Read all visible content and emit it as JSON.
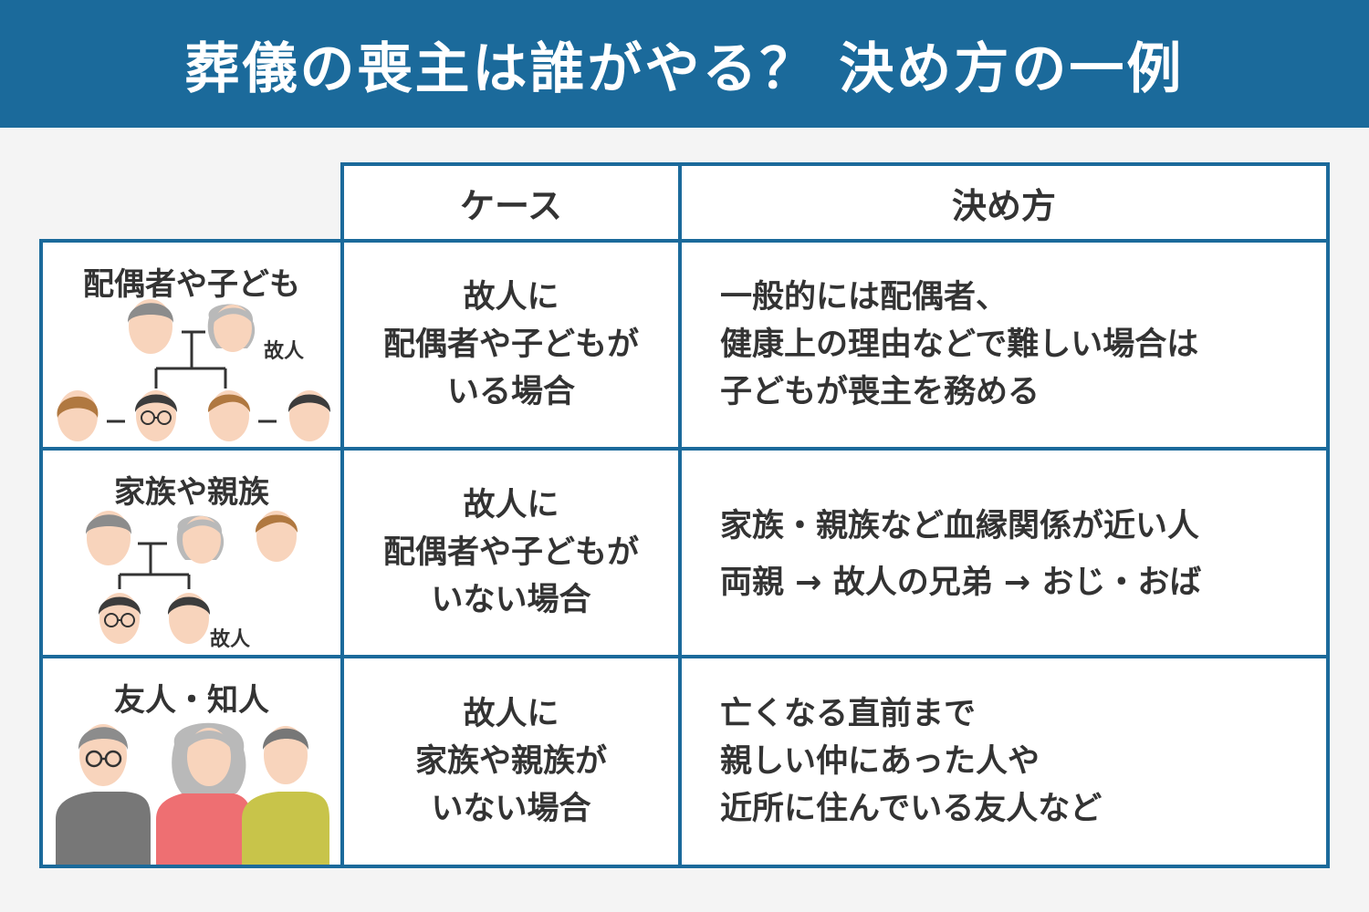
{
  "title": "葬儀の喪主は誰がやる？ 決め方の一例",
  "header": {
    "case": "ケース",
    "method": "決め方"
  },
  "rows": [
    {
      "who": "配偶者や子ども",
      "deceased_tag": "故人",
      "case_lines": [
        "故人に",
        "配偶者や子どもが",
        "いる場合"
      ],
      "method_lines": [
        "一般的には配偶者、",
        "健康上の理由などで難しい場合は",
        "子どもが喪主を務める"
      ]
    },
    {
      "who": "家族や親族",
      "deceased_tag": "故人",
      "case_lines": [
        "故人に",
        "配偶者や子どもが",
        "いない場合"
      ],
      "method_lines": [
        "家族・親族など血縁関係が近い人",
        "両親 → 故人の兄弟 → おじ・おば"
      ]
    },
    {
      "who": "友人・知人",
      "case_lines": [
        "故人に",
        "家族や親族が",
        "いない場合"
      ],
      "method_lines": [
        "亡くなる直前まで",
        "親しい仲にあった人や",
        "近所に住んでいる友人など"
      ]
    }
  ],
  "colors": {
    "header_bg": "#1b6a9b",
    "border": "#1b6a9b",
    "skin": "#f8d4bc",
    "hair_gray": "#8c8c8c",
    "hair_light": "#b9b9b9",
    "hair_dark": "#3c3c3c",
    "hair_brown": "#b07840",
    "shirt_gray": "#777777",
    "shirt_pink": "#ee6f72",
    "shirt_yellow": "#c8c44a"
  }
}
